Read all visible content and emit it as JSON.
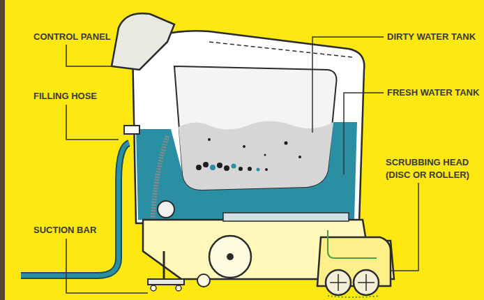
{
  "diagram": {
    "labels": [
      "CONTROL PANEL",
      "FILLING HOSE",
      "SUCTION BAR",
      "DIRTY WATER TANK",
      "FRESH WATER TANK",
      "SCRUBBING HEAD (DISC OR ROLLER)"
    ]
  }
}
